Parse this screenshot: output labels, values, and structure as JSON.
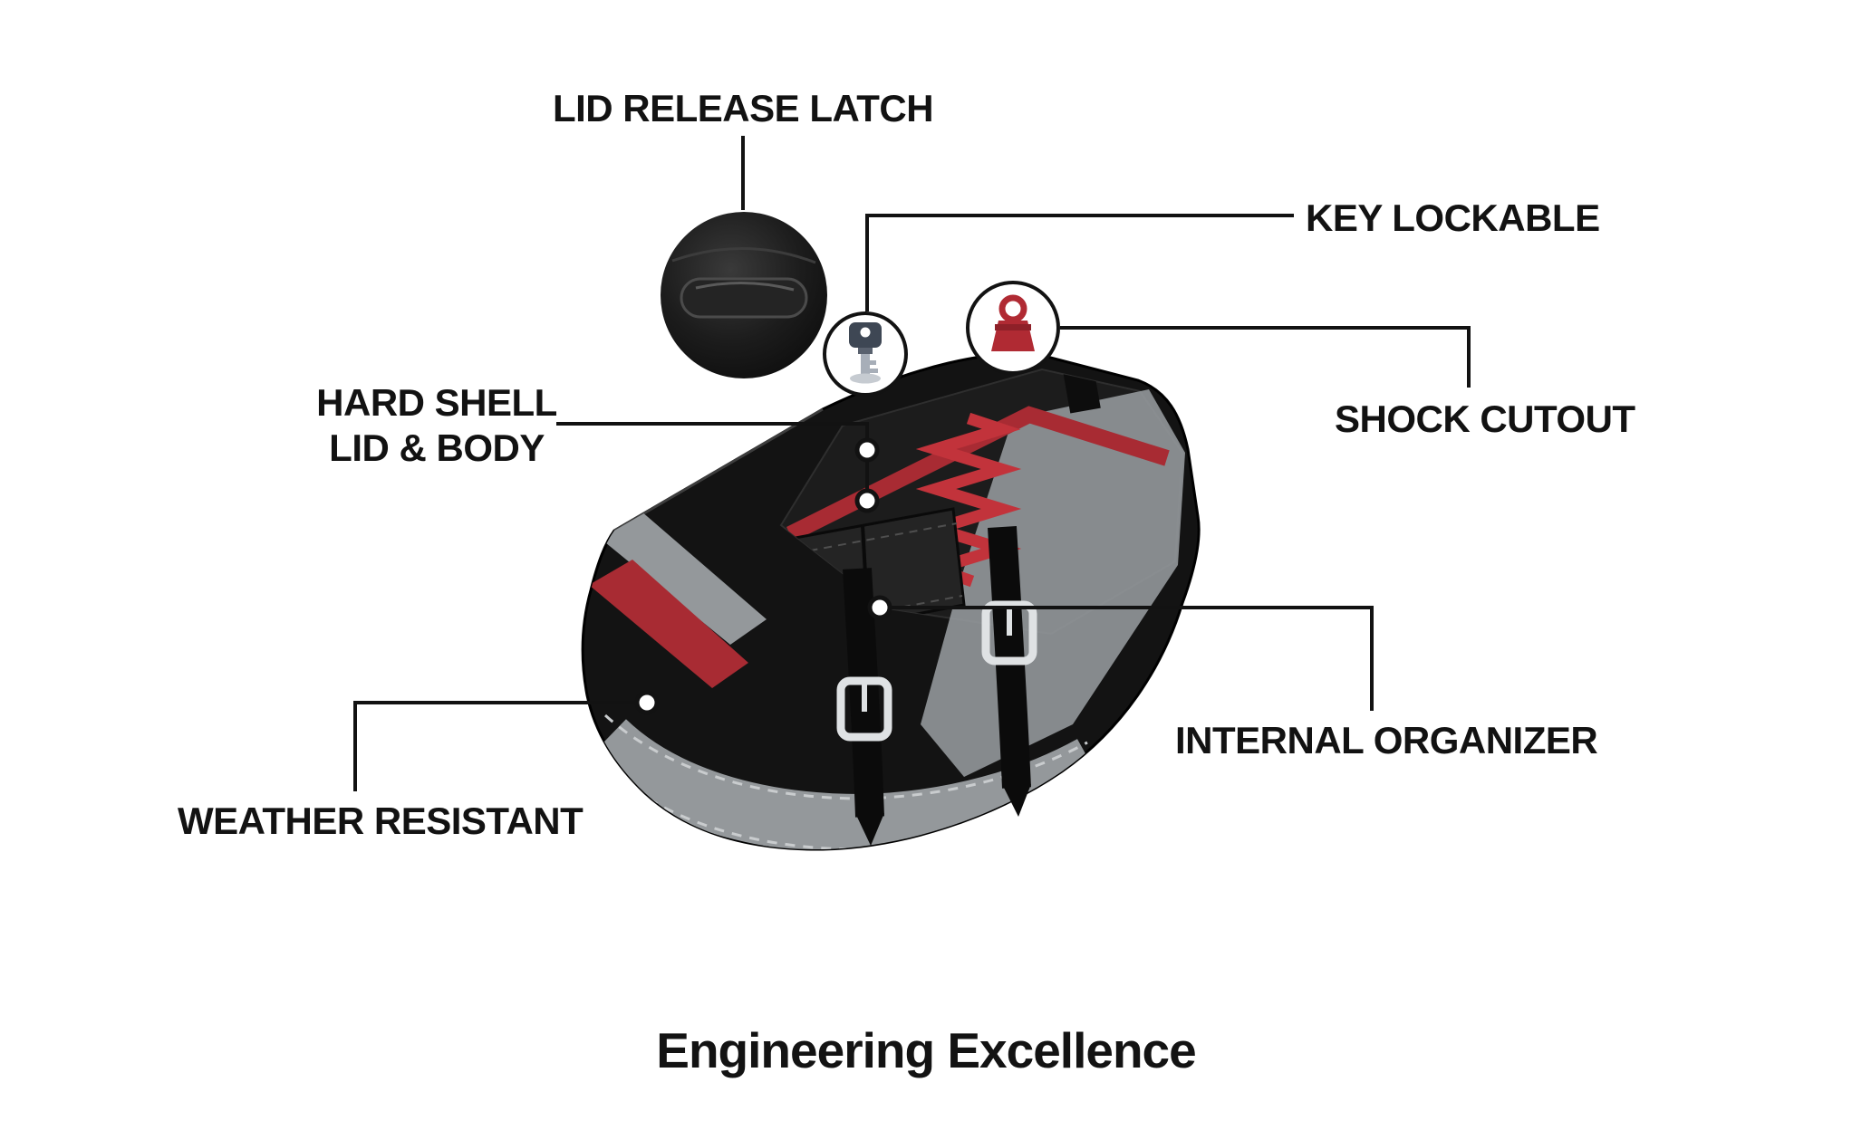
{
  "page": {
    "background": "#ffffff",
    "title": "Engineering Excellence"
  },
  "callouts": {
    "lid_release_latch": {
      "label": "LID RELEASE LATCH"
    },
    "key_lockable": {
      "label": "KEY LOCKABLE"
    },
    "hard_shell": {
      "line1": "HARD SHELL",
      "line2": "LID & BODY"
    },
    "shock_cutout": {
      "label": "SHOCK CUTOUT"
    },
    "weather_resistant": {
      "label": "WEATHER RESISTANT"
    },
    "internal_organizer": {
      "label": "INTERNAL ORGANIZER"
    }
  },
  "icons": {
    "latch_closeup": "lid-latch-closeup-icon",
    "key": "key-icon",
    "shock": "shock-absorber-icon"
  },
  "colors": {
    "ink": "#121212",
    "bag_black": "#131313",
    "accent_red": "#A82B33",
    "spring_red": "#C2333B",
    "accent_gray": "#94989B",
    "stitch_gray": "#C9CCCE"
  }
}
